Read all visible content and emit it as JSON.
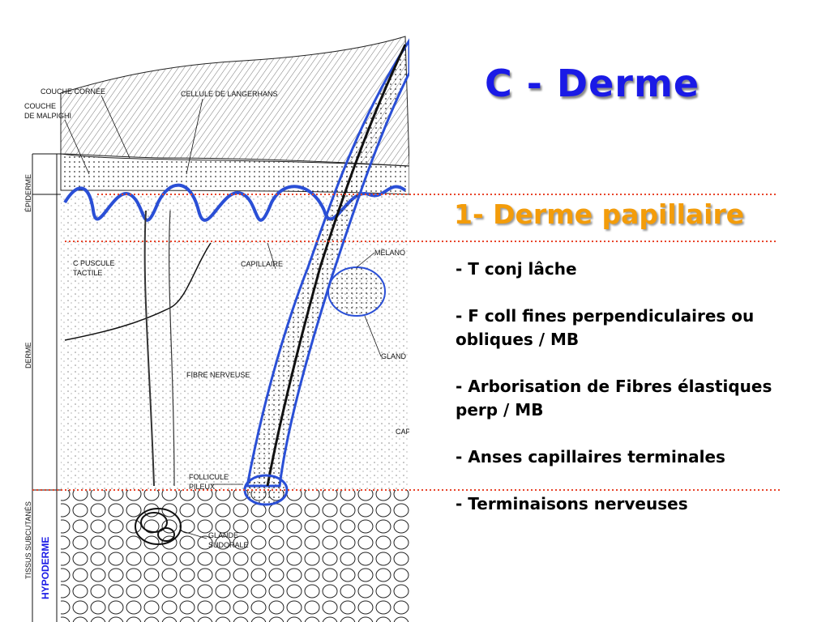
{
  "title": "C - Derme",
  "subtitle": "1- Derme papillaire",
  "bullets": [
    "- T conj lâche",
    "- F coll fines perpendiculaires ou obliques / MB",
    "- Arborisation de Fibres élastiques perp / MB",
    "- Anses capillaires terminales",
    "- Terminaisons nerveuses"
  ],
  "diagram": {
    "labels": {
      "couche_cornee": "COUCHE CORNÉE",
      "cellule_langerhans": "CELLULE DE LANGERHANS",
      "couche_malpighi_1": "COUCHE",
      "couche_malpighi_2": "DE MALPIGHI",
      "corpuscule_1": "C   PUSCULE",
      "corpuscule_2": "TACTILE",
      "capillaire": "CAPILLAIRE",
      "melano": "MÉLANO",
      "glande_right": "GLAND",
      "fibre_nerveuse": "FIBRE NERVEUSE",
      "cap_right": "CAP",
      "follicule_1": "FOLLICULE",
      "follicule_2": "PILEUX",
      "glande_sudorale_1": "GLANDE",
      "glande_sudorale_2": "SUDORALE"
    },
    "side_labels": {
      "epiderme": "ÉPIDERME",
      "derme": "DERME",
      "tissus": "TISSUS SUBCUTANÉS",
      "hypoderme": "HYPODERME"
    }
  },
  "colors": {
    "title": "#1a1ae6",
    "subtitle": "#f39c0a",
    "dotted_lines": "#e8442a",
    "basement_membrane": "#2a4fd6"
  }
}
